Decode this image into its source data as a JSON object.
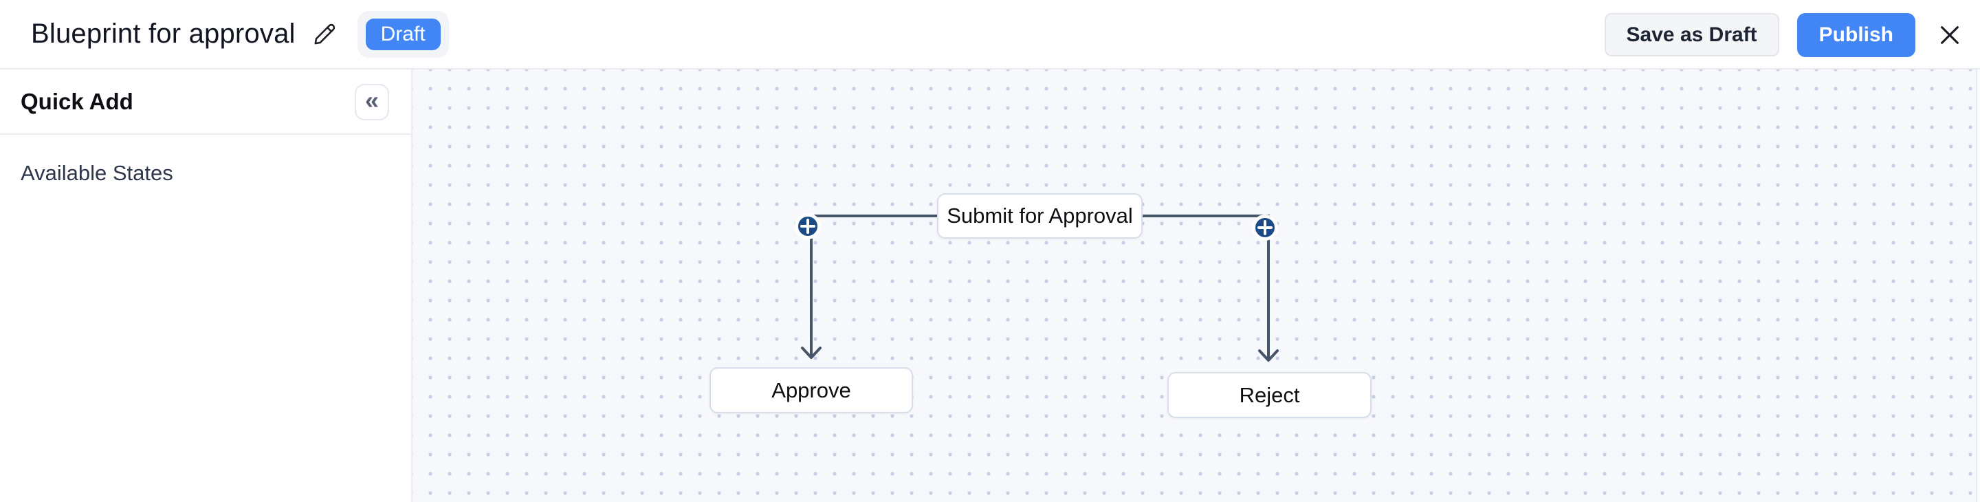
{
  "header": {
    "title": "Blueprint for approval",
    "status_badge": "Draft",
    "save_as_draft_label": "Save as Draft",
    "publish_label": "Publish"
  },
  "sidebar": {
    "title": "Quick Add",
    "collapse_icon_glyph": "«",
    "section_label": "Available States"
  },
  "canvas": {
    "nodes": [
      {
        "id": "submit",
        "label": "Submit for Approval"
      },
      {
        "id": "approve",
        "label": "Approve"
      },
      {
        "id": "reject",
        "label": "Reject"
      }
    ],
    "transitions": [
      {
        "from": "submit",
        "to": "approve"
      },
      {
        "from": "submit",
        "to": "reject"
      }
    ]
  },
  "colors": {
    "accent_blue": "#4285f4",
    "connector": "#475569",
    "plus_circle": "#1b4a86",
    "node_border": "#d8dee9",
    "canvas_bg": "#f7f8fb",
    "canvas_dot": "#c8cfe2"
  }
}
